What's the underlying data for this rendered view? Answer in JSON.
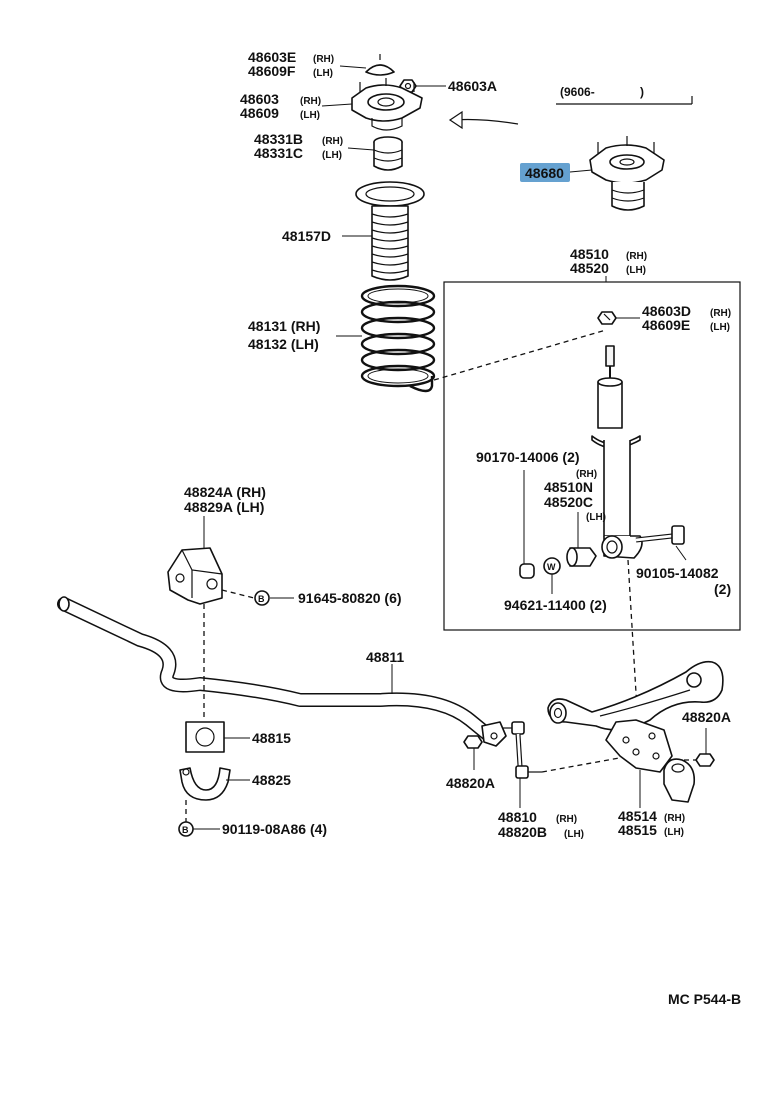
{
  "diagram": {
    "code": "MC  P544-B",
    "variant_date_open": "(9606-",
    "variant_date_close": ")",
    "labels": {
      "p48603E": "48603E",
      "p48603E_s": "(RH)",
      "p48609F": "48609F",
      "p48609F_s": "(LH)",
      "p48603A_top": "48603A",
      "p48603": "48603",
      "p48603_s": "(RH)",
      "p48609": "48609",
      "p48609_s": "(LH)",
      "p48331B": "48331B",
      "p48331B_s": "(RH)",
      "p48331C": "48331C",
      "p48331C_s": "(LH)",
      "p48680": "48680",
      "p48157D": "48157D",
      "p48510": "48510",
      "p48510_s": "(RH)",
      "p48520": "48520",
      "p48520_s": "(LH)",
      "p48131": "48131 (RH)",
      "p48132": "48132 (LH)",
      "p48603D": "48603D",
      "p48603D_s": "(RH)",
      "p48609E": "48609E",
      "p48609E_s": "(LH)",
      "p90170": "90170-14006 (2)",
      "p48510N_rh": "(RH)",
      "p48510N": "48510N",
      "p48520C": "48520C",
      "p48520C_lh": "(LH)",
      "p48824A": "48824A (RH)",
      "p48829A": "48829A (LH)",
      "p91645": "91645-80820 (6)",
      "p90105": "90105-14082",
      "p90105_q": "(2)",
      "p94621": "94621-11400 (2)",
      "p48811": "48811",
      "p48820A_r": "48820A",
      "p48815": "48815",
      "p48820A_l": "48820A",
      "p48825": "48825",
      "p48810": "48810",
      "p48810_s": "(RH)",
      "p48820B": "48820B",
      "p48820B_s": "(LH)",
      "p48514": "48514",
      "p48514_s": "(RH)",
      "p48515": "48515",
      "p48515_s": "(LH)",
      "p90119": "90119-08A86 (4)"
    },
    "colors": {
      "highlight": "#4a90c8",
      "line": "#111111"
    }
  }
}
